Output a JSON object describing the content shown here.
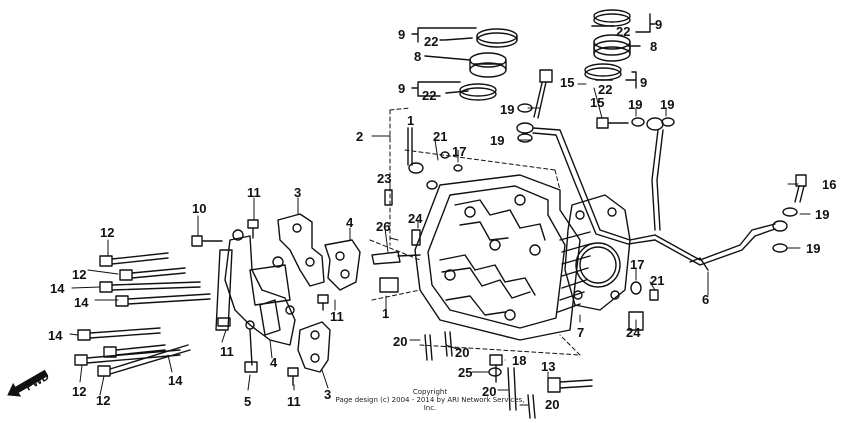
{
  "callouts": {
    "c1": "1",
    "c1b": "1",
    "c2": "2",
    "c3a": "3",
    "c3b": "3",
    "c4a": "4",
    "c4b": "4",
    "c5": "5",
    "c6": "6",
    "c7": "7",
    "c8a": "8",
    "c8b": "8",
    "c9a": "9",
    "c9b": "9",
    "c9c": "9",
    "c9d": "9",
    "c10": "10",
    "c11a": "11",
    "c11b": "11",
    "c11c": "11",
    "c11d": "11",
    "c12a": "12",
    "c12b": "12",
    "c12c": "12",
    "c12d": "12",
    "c13": "13",
    "c14a": "14",
    "c14b": "14",
    "c14c": "14",
    "c14d": "14",
    "c15a": "15",
    "c15b": "15",
    "c16": "16",
    "c17a": "17",
    "c17b": "17",
    "c18": "18",
    "c19a": "19",
    "c19b": "19",
    "c19c": "19",
    "c19d": "19",
    "c19e": "19",
    "c19f": "19",
    "c20a": "20",
    "c20b": "20",
    "c20c": "20",
    "c20d": "20",
    "c21a": "21",
    "c21b": "21",
    "c22a": "22",
    "c22b": "22",
    "c22c": "22",
    "c23": "23",
    "c24a": "24",
    "c24b": "24",
    "c25": "25",
    "c26": "26"
  },
  "fwd_label": "FWD",
  "copyright": {
    "line1": "Copyright",
    "line2": "Page design (c) 2004 - 2014 by ARI Network Services, Inc."
  }
}
